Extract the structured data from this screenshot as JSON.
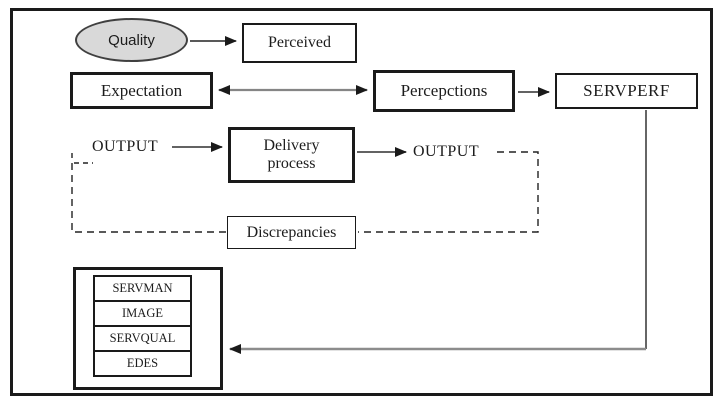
{
  "diagram": {
    "title": "Service quality model diagram",
    "nodes": {
      "quality": {
        "label": "Quality",
        "shape": "ellipse"
      },
      "perceived": {
        "label": "Perceived",
        "shape": "rect"
      },
      "expectation": {
        "label": "Expectation",
        "shape": "rect"
      },
      "percepctions": {
        "label": "Percepctions",
        "shape": "rect"
      },
      "servperf": {
        "label": "SERVPERF",
        "shape": "rect"
      },
      "output_left": {
        "label": "OUTPUT",
        "shape": "text"
      },
      "delivery_process": {
        "label": "Delivery process",
        "shape": "rect"
      },
      "output_right": {
        "label": "OUTPUT",
        "shape": "text"
      },
      "discrepancies": {
        "label": "Discrepancies",
        "shape": "rect"
      },
      "model_stack": {
        "items": [
          "SERVMAN",
          "IMAGE",
          "SERVQUAL",
          "EDES"
        ]
      }
    },
    "edges": [
      "quality -> perceived",
      "expectation <-> percepctions",
      "output_left -> delivery_process",
      "delivery_process -> output_right",
      "percepctions -> servperf",
      "output_right -- discrepancies (dashed)",
      "discrepancies -- output_left (dashed)",
      "servperf -> model_stack"
    ],
    "colors": {
      "ellipse_fill": "#d9d9d9",
      "line_dark": "#1a1a1a",
      "line_gray": "#858585",
      "frame": "#1a1a1a"
    }
  }
}
